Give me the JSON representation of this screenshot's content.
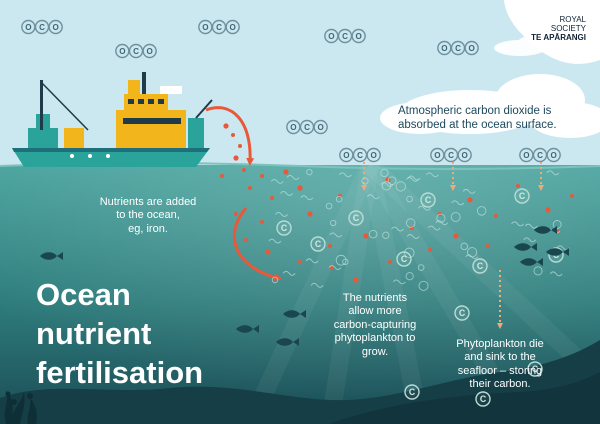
{
  "logo": {
    "line1": "ROYAL",
    "line2": "SOCIETY",
    "line3": "TE APĀRANGI"
  },
  "title": {
    "line1": "Ocean",
    "line2": "nutrient",
    "line3": "fertilisation"
  },
  "labels": {
    "atmosphere": [
      "Atmospheric carbon dioxide is",
      "absorbed at the ocean surface."
    ],
    "nutrients": [
      "Nutrients are added",
      "to the ocean,",
      "eg, iron."
    ],
    "phytoplankton": [
      "The nutrients",
      "allow more",
      "carbon-capturing",
      "phytoplankton to",
      "grow."
    ],
    "sink": [
      "Phytoplankton die",
      "and sink to the",
      "seafloor – storing",
      "their carbon."
    ]
  },
  "molecule": {
    "oxygen": "O",
    "carbon": "C"
  },
  "colors": {
    "sky": "#c4e5ef",
    "ocean_top": "#4aa5a0",
    "ocean_bottom": "#1c4f57",
    "arrow": "#e8593a",
    "ship_hull": "#2aa49a",
    "ship_super": "#f2b61c",
    "text": "#ffffff",
    "sky_text": "#1d4a5c"
  },
  "icons": [
    "co2-molecule-icon",
    "carbon-particle-icon",
    "phytoplankton-icon",
    "fish-icon",
    "research-ship-icon",
    "cloud-icon",
    "curved-arrow-icon",
    "nutrient-dot-icon",
    "sinking-arrow-icon",
    "seaweed-icon"
  ]
}
